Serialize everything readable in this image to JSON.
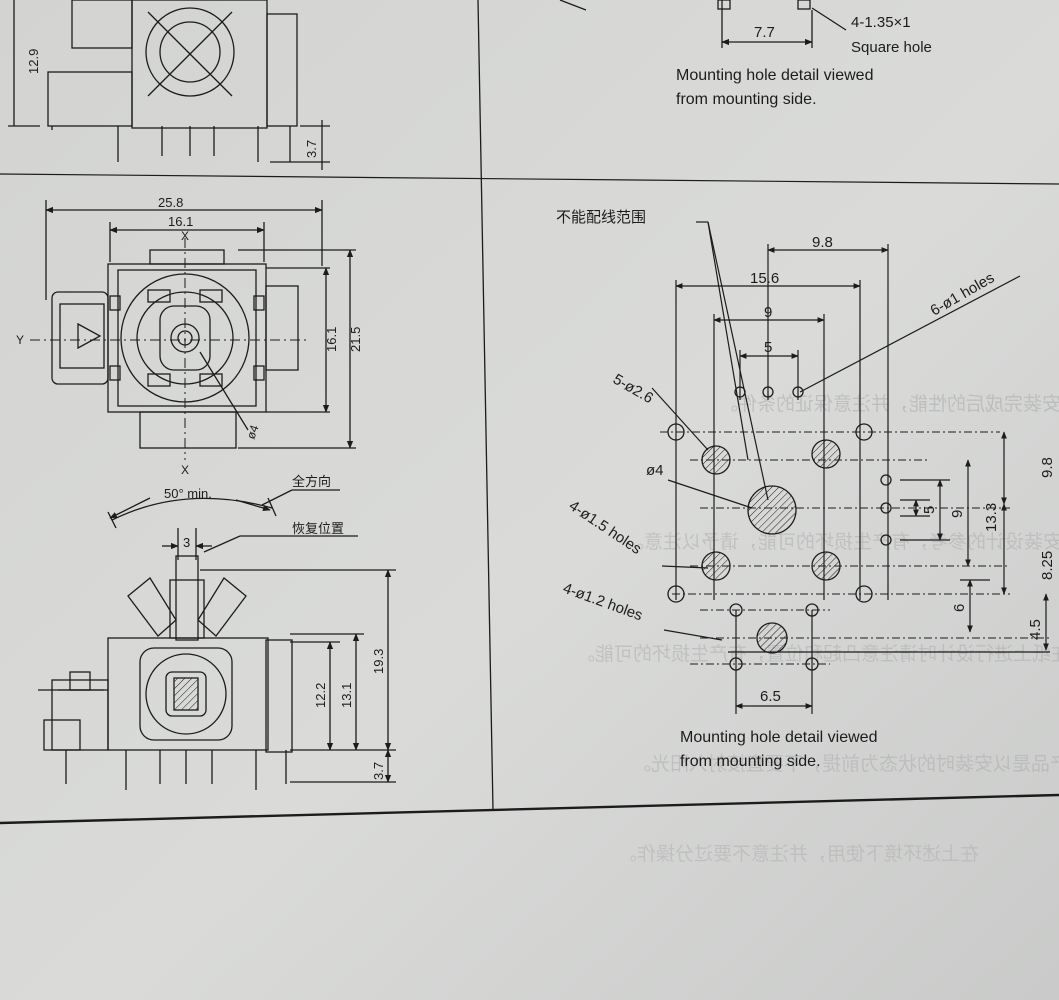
{
  "colors": {
    "paper": "#d5d6d4",
    "ink": "#1c1c1c",
    "bleed_through": "#a8a9aa"
  },
  "top_left": {
    "dims": [
      "12.9",
      "3.7"
    ]
  },
  "top_right": {
    "dims": [
      "7.7",
      "4-1.35×1",
      "Square hole"
    ],
    "caption_line1": "Mounting hole detail viewed",
    "caption_line2": "from mounting side."
  },
  "front_view": {
    "dims": [
      "25.8",
      "16.1",
      "16.1",
      "21.5",
      "ø4"
    ],
    "axis_labels": [
      "X",
      "X",
      "Y"
    ]
  },
  "side_view": {
    "angle": "50° min.",
    "label_all_direction": "全方向",
    "label_return": "恢复位置",
    "dims": [
      "3",
      "12.2",
      "13.1",
      "19.3",
      "3.7"
    ]
  },
  "hole_detail": {
    "no_wiring_area": "不能配线范围",
    "dims_top": [
      "9.8",
      "15.6",
      "9",
      "5"
    ],
    "callouts": [
      "6-ø1 holes",
      "5-ø2.6",
      "ø4",
      "4-ø1.5 holes",
      "4-ø1.2 holes"
    ],
    "dims_right": [
      "9.8",
      "13.3",
      "9",
      "5",
      "8.25",
      "6",
      "4.5"
    ],
    "dims_bottom": [
      "6.5"
    ],
    "caption_line1": "Mounting hole detail viewed",
    "caption_line2": "from mounting side."
  },
  "bleed_through": {
    "lines": [
      "保证安装完成后的性能，并注意保证的条件。",
      "以上为安装设计的参考，有产生损坏的可能，请予以注意。",
      "仅在纸上进行设计时请注意凸起和位置，有产生损坏的可能。",
      "产品是以安装时的状态为前提，不要直接射入阳光。",
      "在上述环境下使用，并注意不要过分操作。"
    ]
  }
}
